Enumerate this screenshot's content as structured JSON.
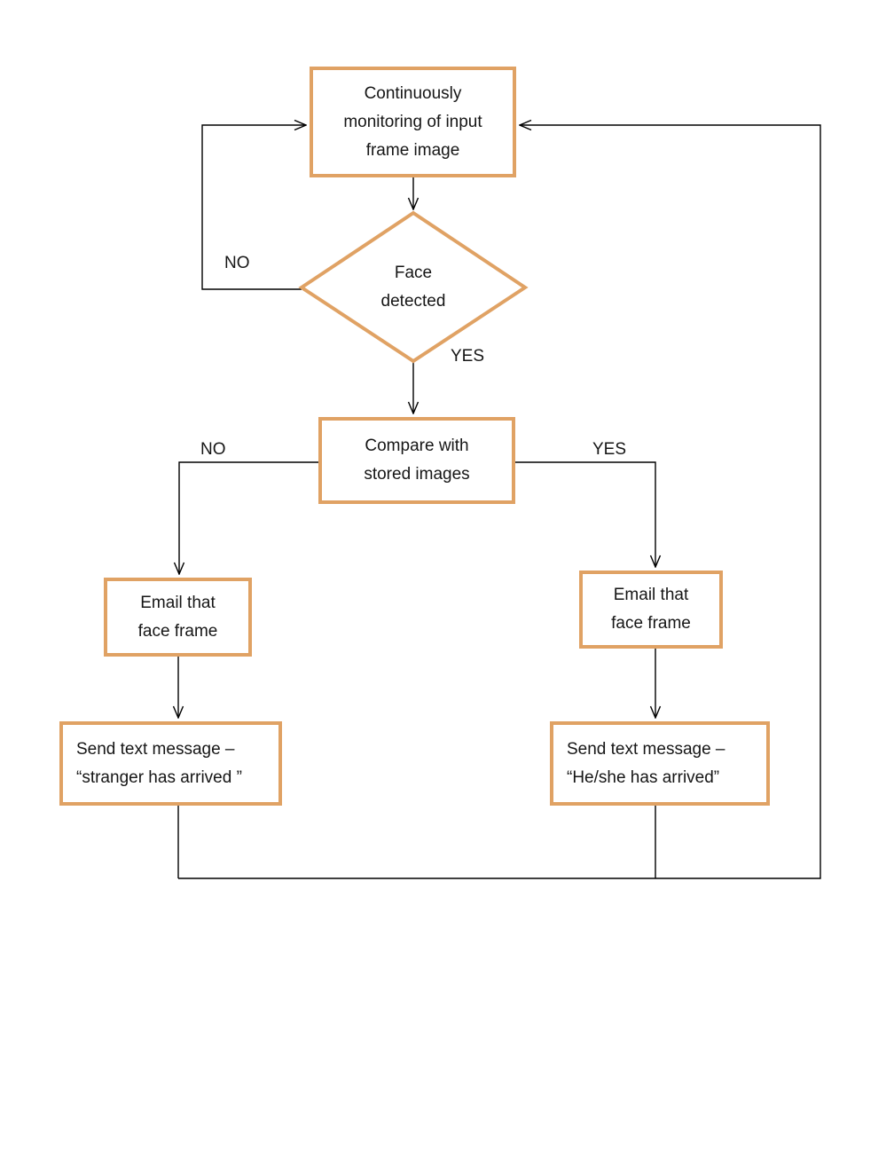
{
  "diagram": {
    "name": "Face recognition alert flowchart",
    "colors": {
      "node_border": "#E0A264",
      "connector": "#000000",
      "text": "#161616",
      "background": "#ffffff"
    },
    "nodes": {
      "monitor": {
        "label": "Continuously\nmonitoring of input\nframe image"
      },
      "face_detected": {
        "label": "Face\ndetected"
      },
      "compare": {
        "label": "Compare with\nstored images"
      },
      "email_unknown": {
        "label": "Email that\nface frame"
      },
      "email_known": {
        "label": "Email that\nface frame"
      },
      "sms_unknown": {
        "label": "Send text message –\n“stranger has arrived ”"
      },
      "sms_known": {
        "label": "Send text message –\n“He/she has arrived”"
      }
    },
    "edge_labels": {
      "face_no": "NO",
      "face_yes": "YES",
      "match_no": "NO",
      "match_yes": "YES"
    }
  }
}
